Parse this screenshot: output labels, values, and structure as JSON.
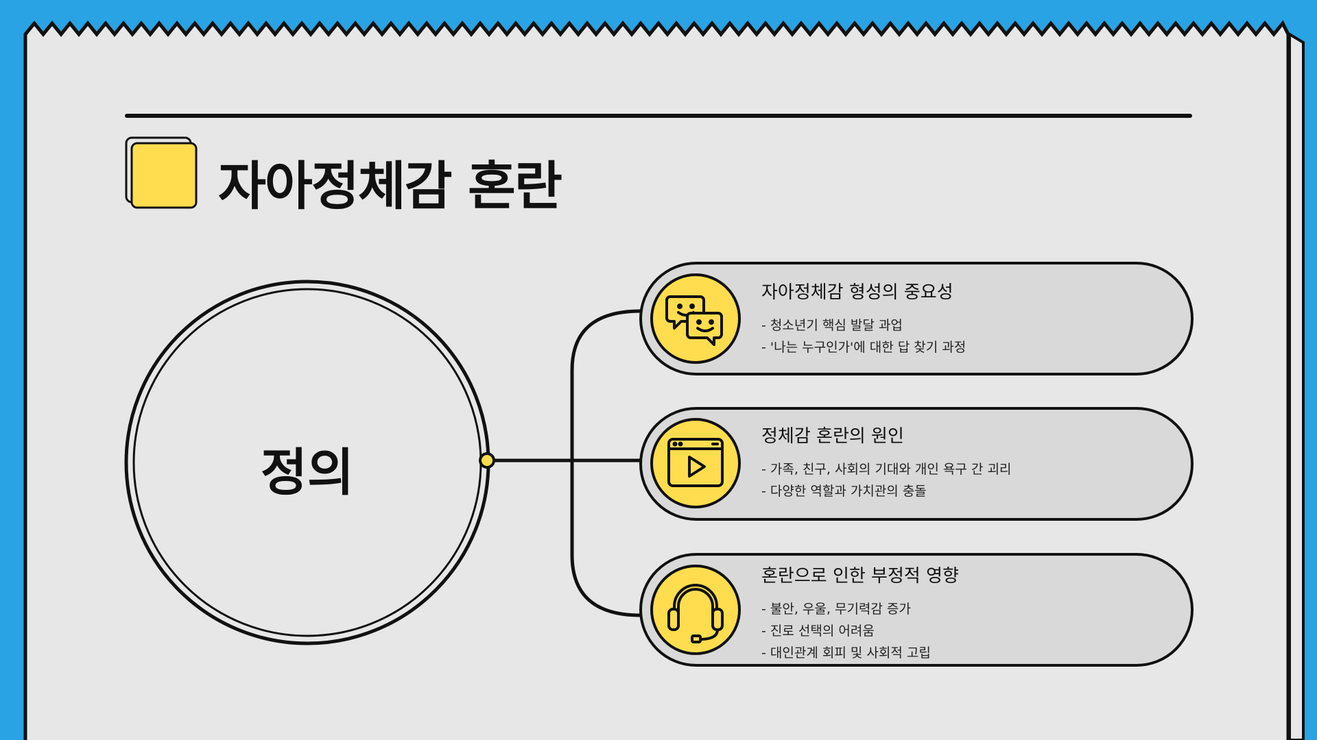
{
  "title": "자아정체감 혼란",
  "center_label": "정의",
  "colors": {
    "background_blue": "#29a3e3",
    "paper": "#e7e7e7",
    "card": "#d9d9d9",
    "accent_yellow": "#ffdd4f",
    "ink": "#111111"
  },
  "cards": [
    {
      "icon": "chat-bubbles-icon",
      "title": "자아정체감 형성의 중요성",
      "bullets": [
        "- 청소년기 핵심 발달 과업",
        "- '나는 누구인가'에 대한 답 찾기 과정"
      ]
    },
    {
      "icon": "video-player-icon",
      "title": "정체감 혼란의 원인",
      "bullets": [
        "- 가족, 친구, 사회의 기대와 개인 욕구 간 괴리",
        "- 다양한 역할과 가치관의 충돌"
      ]
    },
    {
      "icon": "headset-icon",
      "title": "혼란으로 인한 부정적 영향",
      "bullets": [
        "- 불안, 우울, 무기력감 증가",
        "- 진로 선택의 어려움",
        "- 대인관계 회피 및 사회적 고립"
      ]
    }
  ]
}
